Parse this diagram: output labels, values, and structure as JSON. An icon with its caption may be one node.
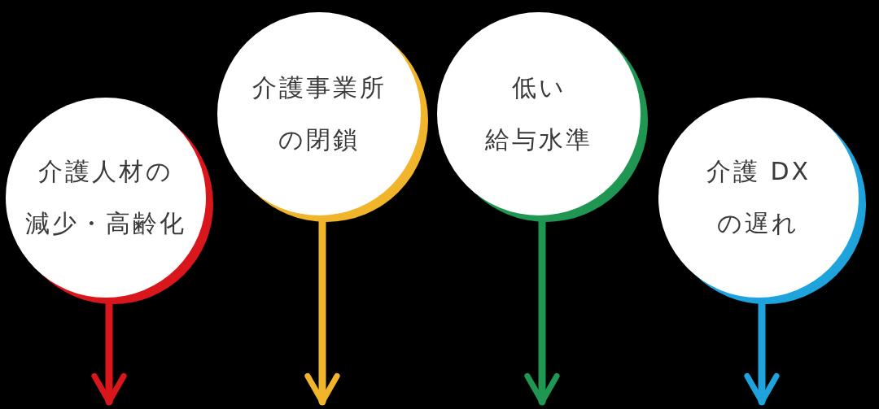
{
  "diagram": {
    "nodes": [
      {
        "text": [
          "介護人材の減少・高齢化"
        ]
      },
      {
        "text": [
          "介護事業所の閉鎖"
        ]
      },
      {
        "text": [
          "低い給与水準"
        ]
      },
      {
        "text": [
          "介護 DXの遅れ"
        ]
      }
    ],
    "edges": [
      {
        "from": 0,
        "to": null,
        "arrow": "to",
        "color": "#d9161c"
      },
      {
        "from": 1,
        "to": null,
        "arrow": "to",
        "color": "#f0b52a"
      },
      {
        "from": 2,
        "to": null,
        "arrow": "to",
        "color": "#1f9652"
      },
      {
        "from": 3,
        "to": null,
        "arrow": "to",
        "color": "#1ea3dc"
      }
    ]
  }
}
